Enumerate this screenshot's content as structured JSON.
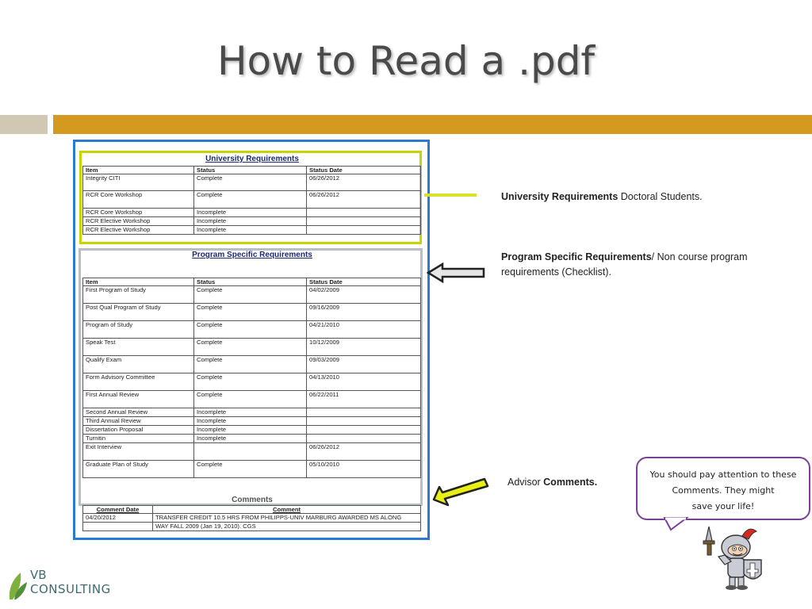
{
  "slide": {
    "title": "How to Read a .pdf"
  },
  "university": {
    "heading": "University Requirements",
    "columns": [
      "Item",
      "Status",
      "Status Date"
    ],
    "rows": [
      [
        "Integrity CITI",
        "Complete",
        "06/26/2012"
      ],
      [
        "RCR Core Workshop",
        "Complete",
        "06/26/2012"
      ],
      [
        "RCR Core Workshop",
        "Incomplete",
        ""
      ],
      [
        "RCR Elective Workshop",
        "Incomplete",
        ""
      ],
      [
        "RCR Elective Workshop",
        "Incomplete",
        ""
      ]
    ]
  },
  "program": {
    "heading": "Program Specific Requirements",
    "columns": [
      "Item",
      "Status",
      "Status Date"
    ],
    "rows": [
      [
        "First Program of Study",
        "Complete",
        "04/02/2009"
      ],
      [
        "Post Qual Program of Study",
        "Complete",
        "09/16/2009"
      ],
      [
        "Program of Study",
        "Complete",
        "04/21/2010"
      ],
      [
        "Speak Test",
        "Complete",
        "10/12/2009"
      ],
      [
        "Qualify Exam",
        "Complete",
        "09/03/2009"
      ],
      [
        "Form Advisory Committee",
        "Complete",
        "04/13/2010"
      ],
      [
        "First Annual Review",
        "Complete",
        "06/22/2011"
      ],
      [
        "Second Annual Review",
        "Incomplete",
        ""
      ],
      [
        "Third Annual Review",
        "Incomplete",
        ""
      ],
      [
        "Dissertation Proposal",
        "Incomplete",
        ""
      ],
      [
        "Turnitin",
        "Incomplete",
        ""
      ],
      [
        "Exit Interview",
        "",
        "06/26/2012"
      ],
      [
        "Graduate Plan of Study",
        "Complete",
        "05/10/2010"
      ]
    ]
  },
  "comments": {
    "heading": "Comments",
    "columns": [
      "Comment Date",
      "Comment"
    ],
    "rows": [
      [
        "04/20/2012",
        "TRANSFER CREDIT 10.5 HRS FROM PHILIPPS-UNIV MARBURG AWARDED MS ALONG"
      ],
      [
        "",
        "WAY FALL 2009 (Jan 19, 2010). CGS"
      ]
    ]
  },
  "annotations": {
    "university_bold": "University Requirements",
    "university_rest": " Doctoral Students.",
    "program_bold": "Program Specific Requirements",
    "program_rest": "/ Non course program",
    "program_line2": "requirements (Checklist).",
    "advisor_pre": "Advisor ",
    "advisor_bold": "Comments."
  },
  "bubble": {
    "line1": "You should pay attention to these",
    "line2": "Comments. They might",
    "line3": "save your life!"
  },
  "logo": {
    "top": "VB",
    "bottom": "CONSULTING"
  },
  "colors": {
    "accent_bar": "#d49a1f",
    "accent_bar_left": "#d1c8b4",
    "screenshot_border": "#2b7ad0",
    "highlight_yellow": "#c8d400",
    "bubble_border": "#7a3f96",
    "logo_teal": "#3d6b70"
  },
  "icons": [
    "gray-arrow-left-icon",
    "yellow-arrow-icon",
    "knight-mascot-icon",
    "leaf-logo-icon"
  ]
}
